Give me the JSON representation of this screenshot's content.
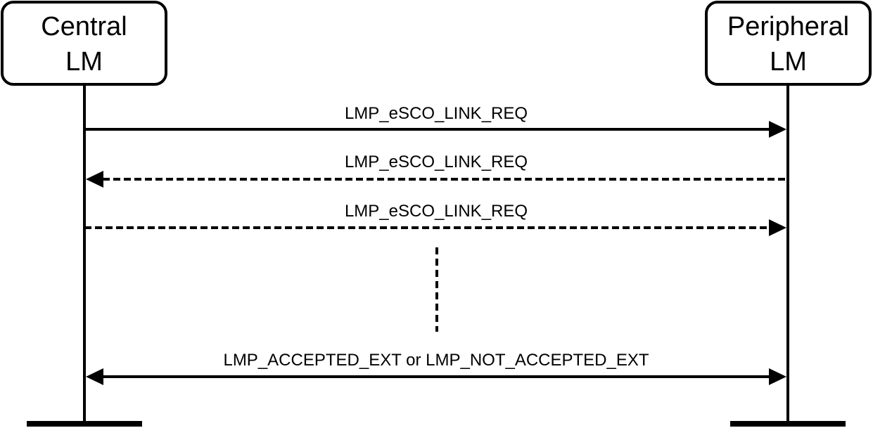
{
  "actors": {
    "central": {
      "line1": "Central",
      "line2": "LM"
    },
    "peripheral": {
      "line1": "Peripheral",
      "line2": "LM"
    }
  },
  "messages": [
    {
      "label": "LMP_eSCO_LINK_REQ",
      "from": "central",
      "to": "peripheral",
      "style": "solid"
    },
    {
      "label": "LMP_eSCO_LINK_REQ",
      "from": "peripheral",
      "to": "central",
      "style": "dashed"
    },
    {
      "label": "LMP_eSCO_LINK_REQ",
      "from": "central",
      "to": "peripheral",
      "style": "dashed"
    },
    {
      "label": "LMP_ACCEPTED_EXT or LMP_NOT_ACCEPTED_EXT",
      "from": "both",
      "to": "both",
      "style": "solid"
    }
  ],
  "colors": {
    "stroke": "#000000",
    "background": "#ffffff"
  }
}
